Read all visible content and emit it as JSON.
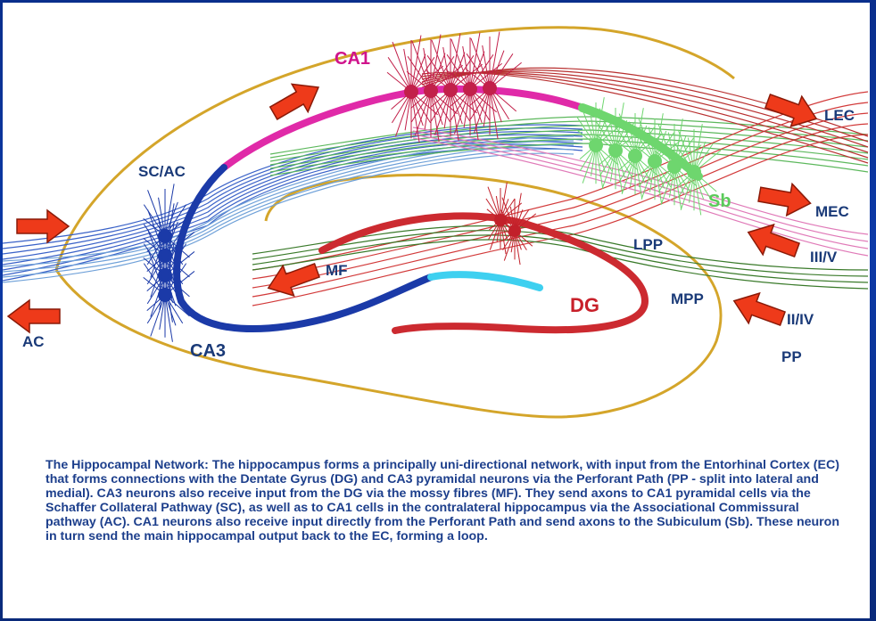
{
  "labels": {
    "ca1": "CA1",
    "sc_ac": "SC/AC",
    "ca3": "CA3",
    "mf": "MF",
    "dg": "DG",
    "lpp": "LPP",
    "mpp": "MPP",
    "sb": "Sb",
    "lec": "LEC",
    "mec": "MEC",
    "iii_v": "III/V",
    "ii_iv": "II/IV",
    "pp": "PP",
    "ac": "AC"
  },
  "caption": "The Hippocampal Network: The hippocampus forms a principally uni-directional network, with input from the Entorhinal Cortex (EC) that forms connections with the Dentate Gyrus (DG) and CA3 pyramidal neurons via the Perforant Path (PP - split into lateral and medial). CA3 neurons also receive input from the DG via the mossy fibres (MF). They send axons to CA1 pyramidal cells via the Schaffer Collateral Pathway (SC), as well as to CA1 cells in the contralateral hippocampus via the Associational Commissural pathway (AC). CA1 neurons also receive input directly from the Perforant Path and send axons to the Subiculum (Sb). These neuron in turn send the main hippocampal output back to the EC, forming a loop.",
  "colors": {
    "outline": "#d4a52a",
    "ca1": "#e02aa8",
    "ca3": "#1b3aa8",
    "dg": "#cc2a30",
    "dg_inner": "#3ed0f0",
    "sb": "#6ed66e",
    "arrow": "#ee3a1a",
    "text": "#1a3a78"
  },
  "icons": [
    "arrow-icon"
  ]
}
